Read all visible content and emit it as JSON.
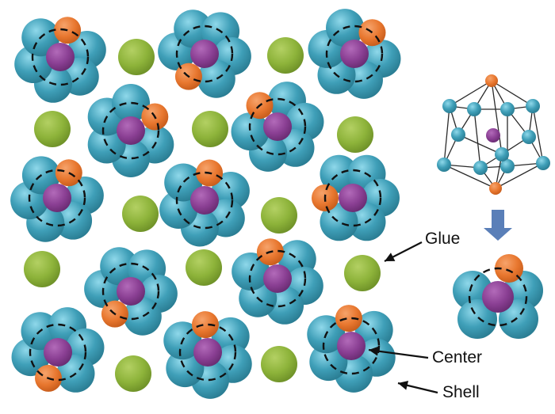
{
  "labels": {
    "glue": "Glue",
    "center": "Center",
    "shell": "Shell"
  },
  "colors": {
    "shell": "#3f9fb8",
    "shell_light": "#7fd0e2",
    "shell_dark": "#2a7d93",
    "center": "#8a3f93",
    "glue": "#8db33a",
    "cap": "#e8772f",
    "arrow_down": "#5a7fb8",
    "line": "#111111"
  },
  "icons": [
    "icosahedron-cluster-icon",
    "down-arrow-icon"
  ]
}
